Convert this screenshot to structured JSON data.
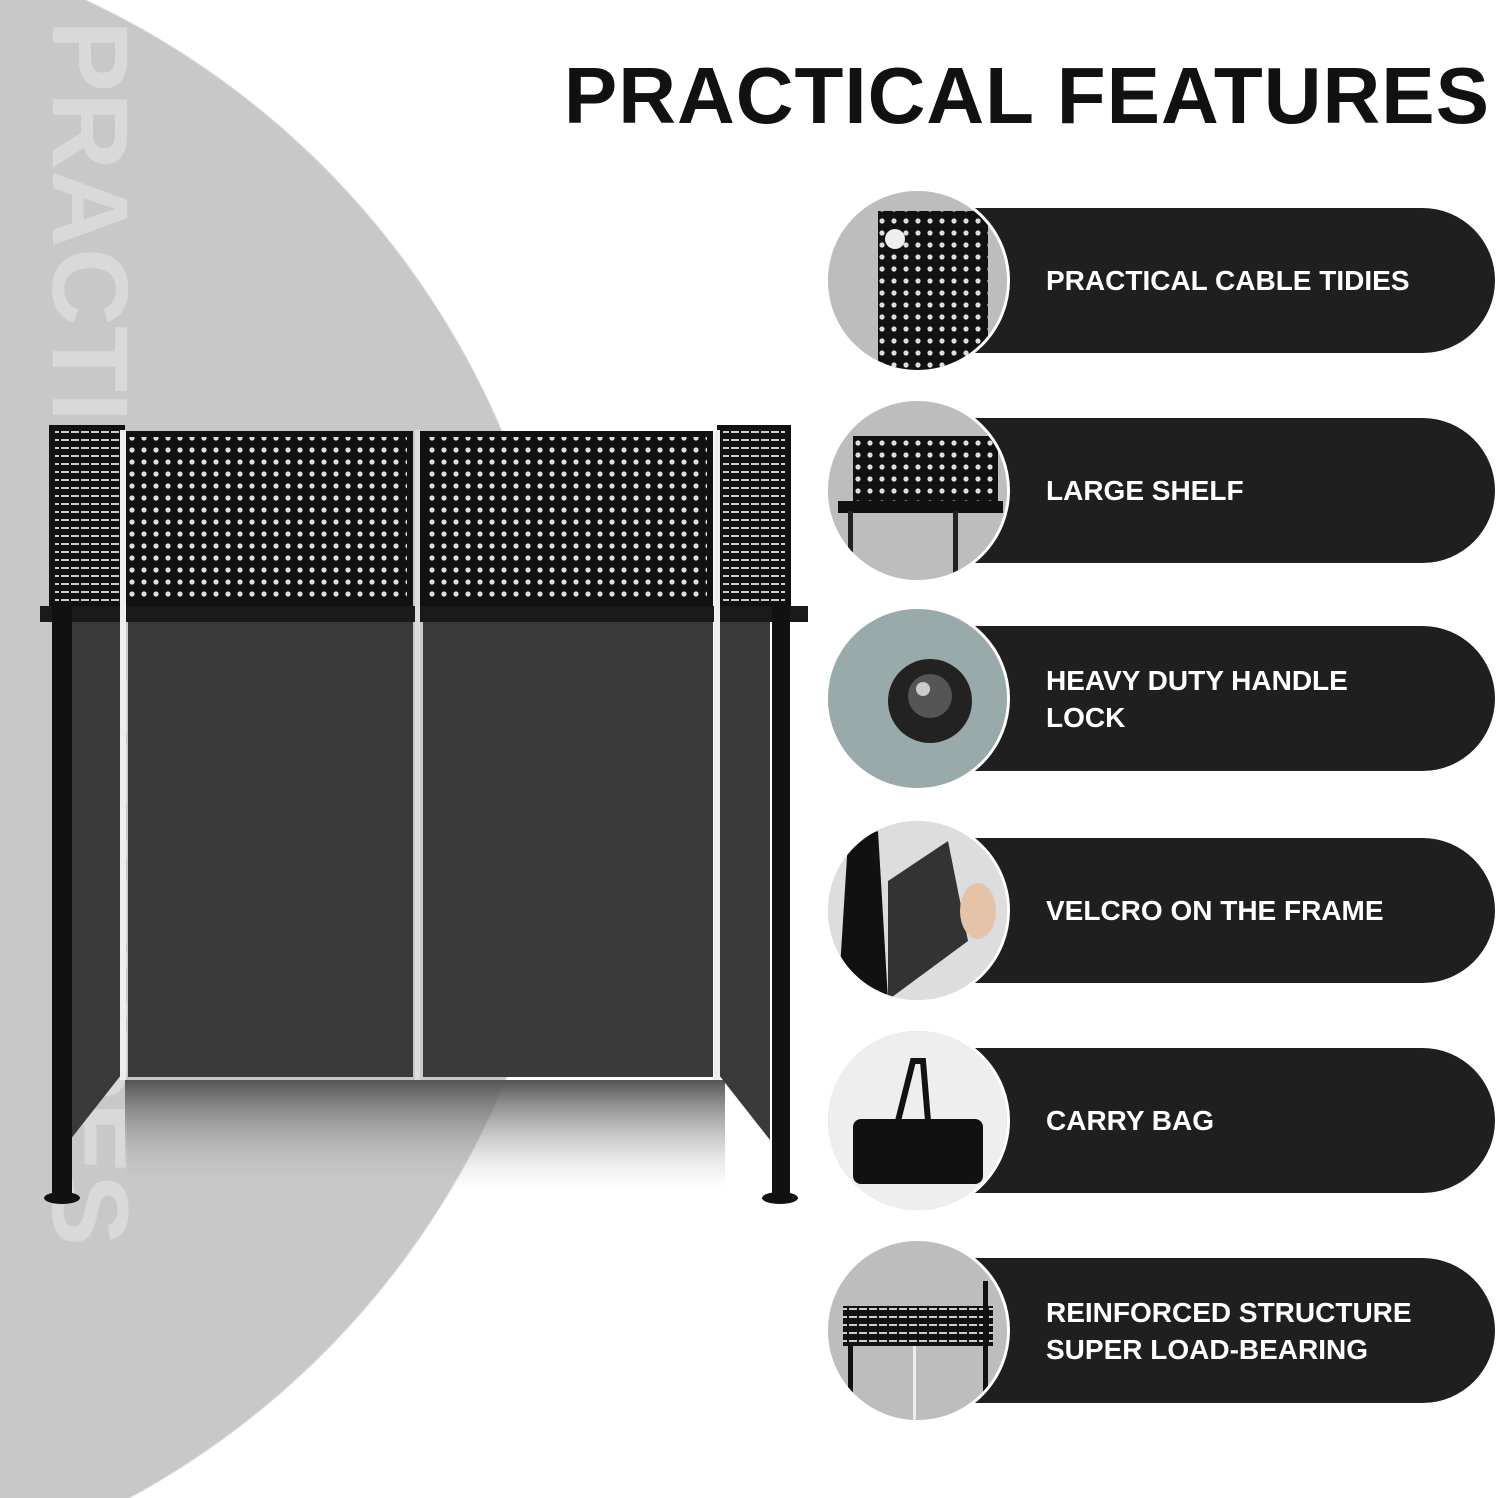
{
  "title": "PRACTICAL FEATURES",
  "watermark": "PRACTICAL FEATURES",
  "features": [
    {
      "label": "PRACTICAL CABLE TIDIES",
      "icon": "perforated-panel-icon"
    },
    {
      "label": "LARGE SHELF",
      "icon": "shelf-icon"
    },
    {
      "label": "HEAVY DUTY HANDLE LOCK",
      "icon": "knob-lock-icon"
    },
    {
      "label": "VELCRO ON THE FRAME",
      "icon": "velcro-icon"
    },
    {
      "label": "CARRY BAG",
      "icon": "carry-bag-icon"
    },
    {
      "label": "REINFORCED STRUCTURE SUPER LOAD-BEARING",
      "icon": "structure-icon"
    }
  ],
  "colors": {
    "pill": "#1f1f1f",
    "background_circle": "#c8c8c8",
    "title": "#111111"
  }
}
